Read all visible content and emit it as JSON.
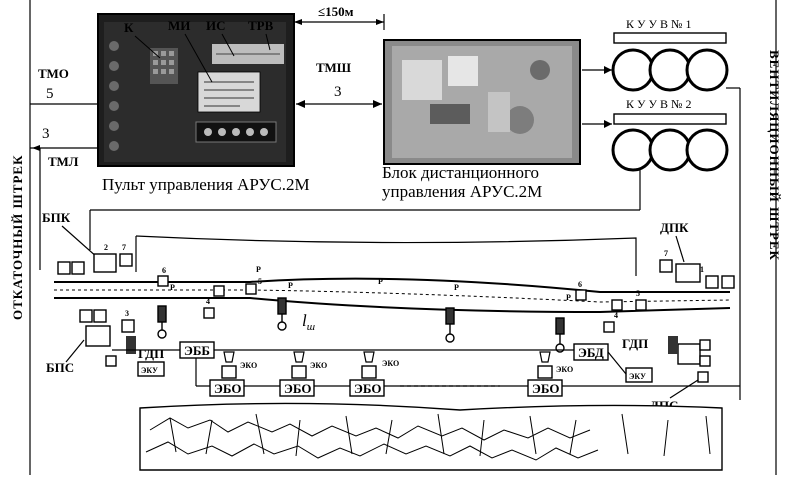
{
  "side_labels": {
    "left": "ОТКАТОЧНЫЙ  ШТРЕК",
    "right": "ВЕНТИЛЯЦИОННЫЙ  ШТРЕК"
  },
  "panel": {
    "caption": "Пульт управления АРУС.2М",
    "labels": {
      "k": "К",
      "mi": "МИ",
      "is": "ИС",
      "trv": "ТРВ"
    }
  },
  "remote_block": {
    "caption_line1": "Блок дистанционного",
    "caption_line2": "управления АРУС.2М"
  },
  "distance": "≤150м",
  "cables": {
    "tmsh": "ТМШ",
    "tmsh_count": "3",
    "tmo": "ТМО",
    "tmo_count": "5",
    "tml": "ТМЛ",
    "tml_count": "3"
  },
  "kuuv": {
    "one": "К У У В  № 1",
    "two": "К У У В  № 2"
  },
  "devices": {
    "bpk": "БПК",
    "dpk": "ДПК",
    "bps": "БПС",
    "dps": "ДПС",
    "gdp_left": "ГДП",
    "gdp_right": "ГДП",
    "ebb": "ЭББ",
    "ebd": "ЭБД",
    "eku_left": "ЭКУ",
    "eku_right": "ЭКУ",
    "lsh": "l",
    "lsh_sub": "ш"
  },
  "eko_labels": [
    "ЭКО",
    "ЭКО",
    "ЭКО",
    "ЭКО"
  ],
  "ebo_labels": [
    "ЭБО",
    "ЭБО",
    "ЭБО",
    "ЭБО"
  ],
  "p_labels": [
    "P",
    "P",
    "P",
    "P",
    "P",
    "P"
  ],
  "numbers": {
    "n7": "7",
    "n6": "6",
    "n4": "4",
    "n3": "3",
    "n5": "5",
    "n2": "2",
    "n1": "1"
  }
}
